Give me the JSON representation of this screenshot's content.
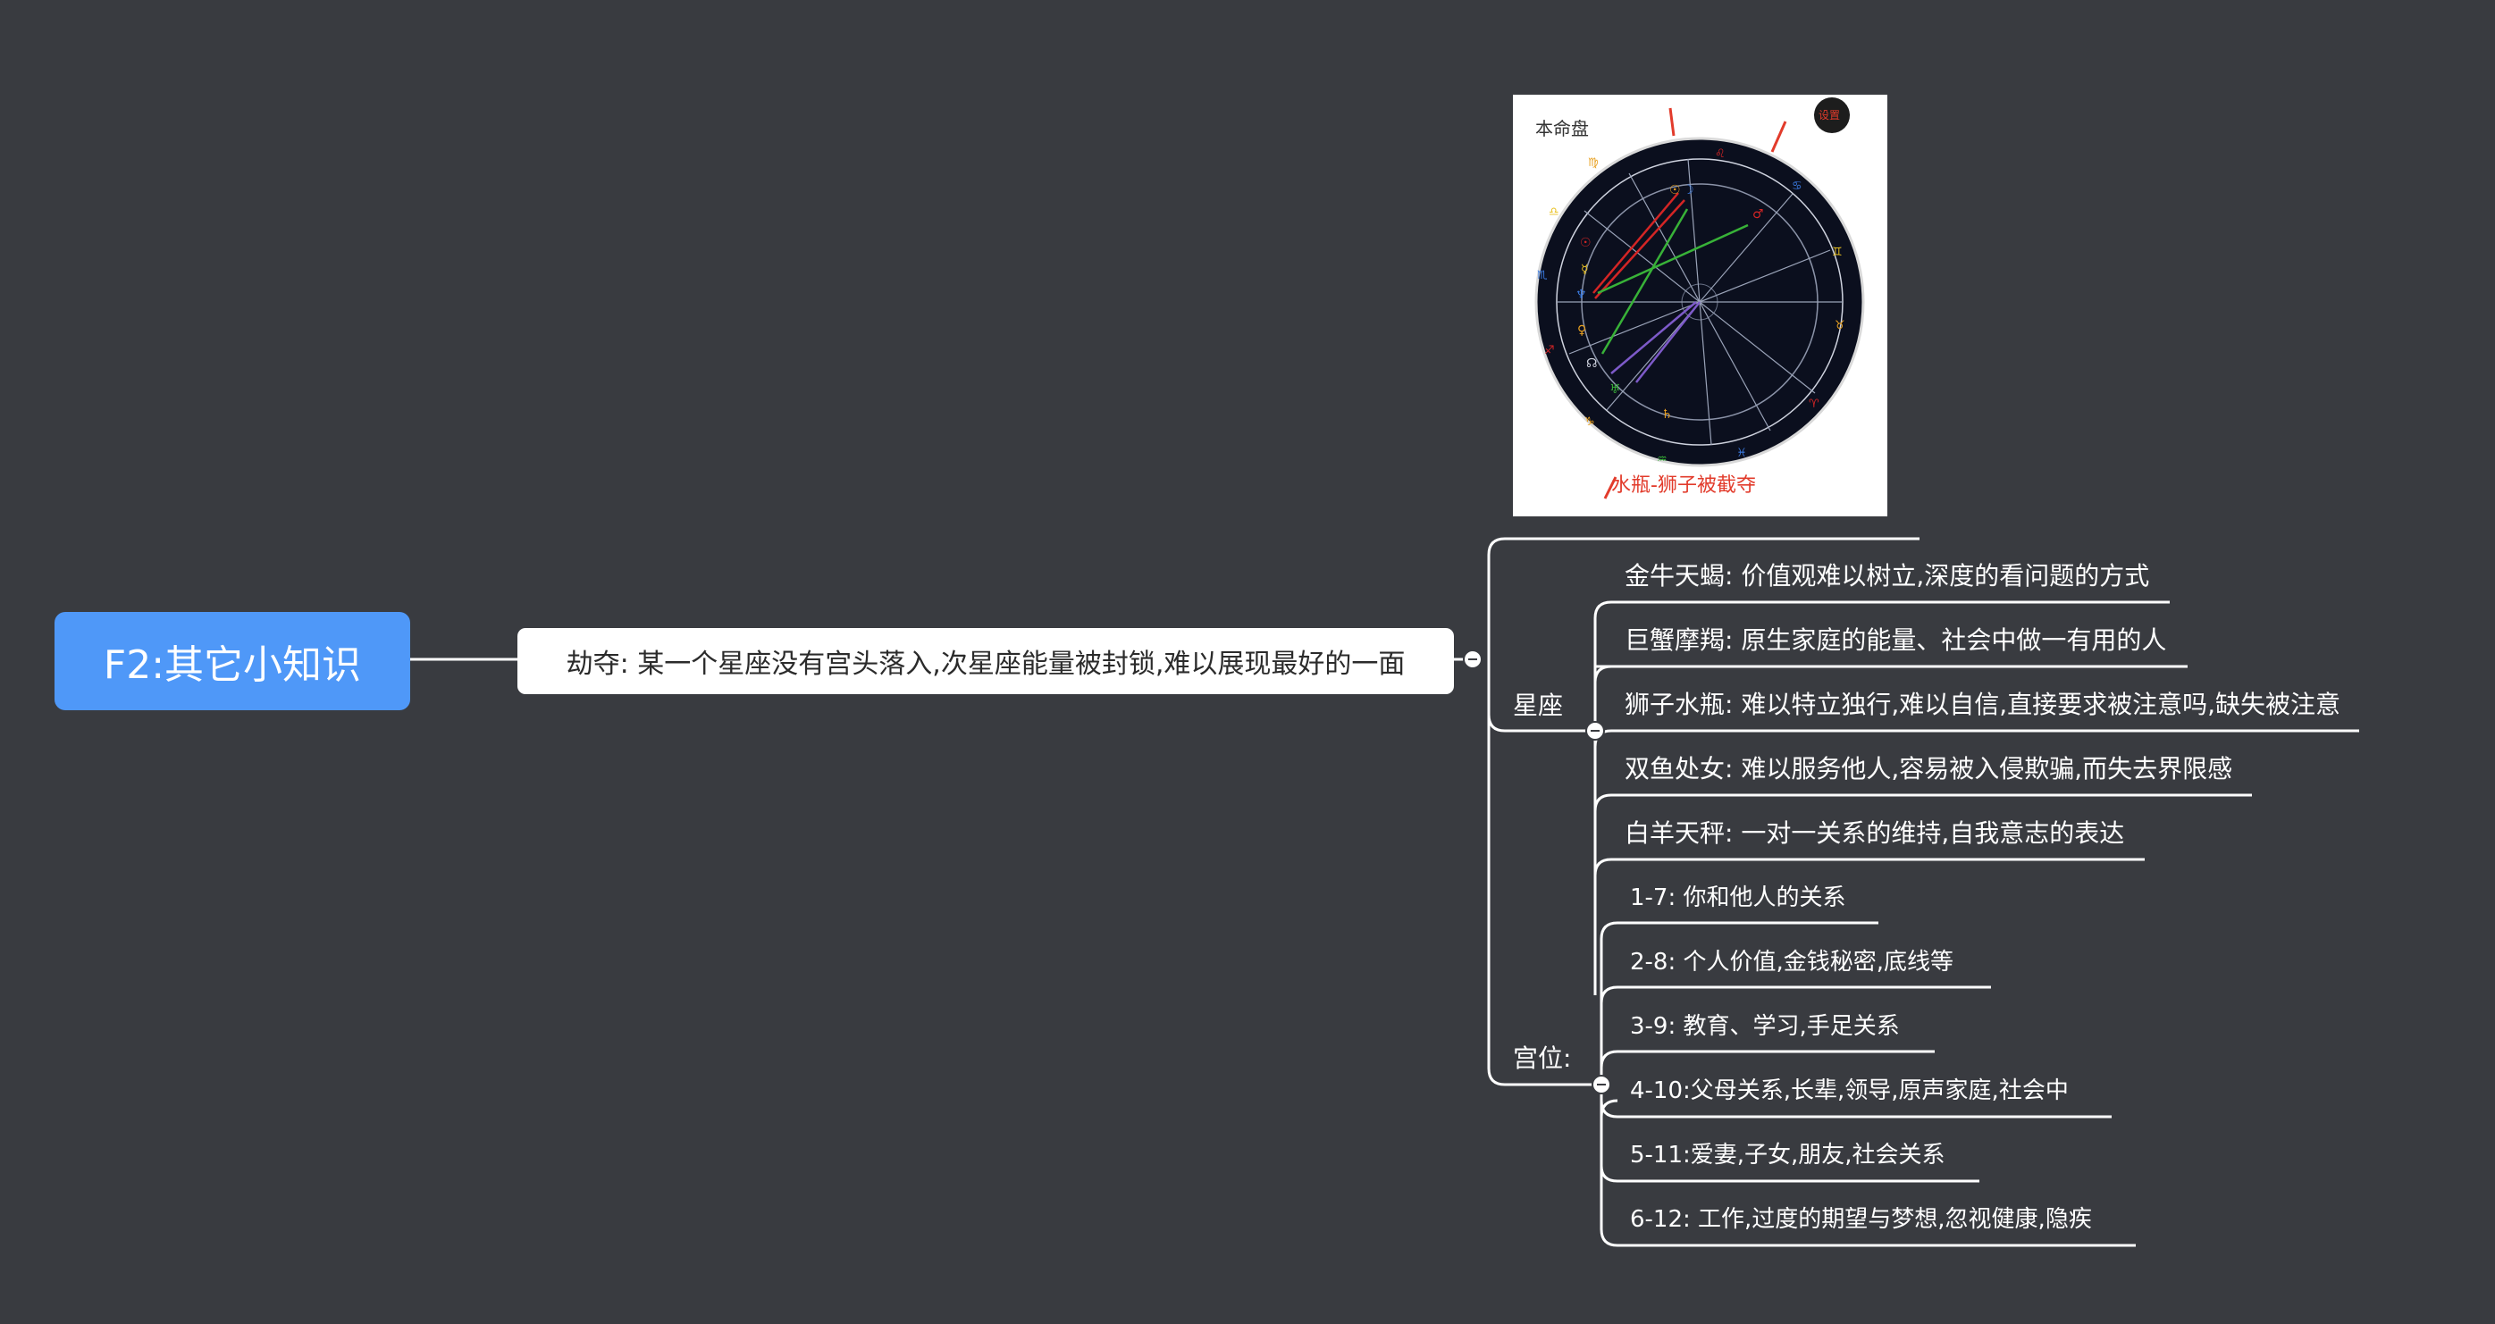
{
  "root": {
    "title": "F2:其它小知识"
  },
  "main_topic": {
    "text": "劫夺: 某一个星座没有宫头落入,次星座能量被封锁,难以展现最好的一面"
  },
  "image_card": {
    "heading": "本命盘",
    "badge": "设置",
    "caption": "水瓶-狮子被截夺"
  },
  "groups": [
    {
      "label": "星座",
      "items": [
        "金牛天蝎: 价值观难以树立,深度的看问题的方式",
        "巨蟹摩羯: 原生家庭的能量、社会中做一有用的人",
        "狮子水瓶: 难以特立独行,难以自信,直接要求被注意吗,缺失被注意",
        "双鱼处女: 难以服务他人,容易被入侵欺骗,而失去界限感",
        "白羊天秤: 一对一关系的维持,自我意志的表达"
      ]
    },
    {
      "label": "宫位:",
      "items": [
        "1-7: 你和他人的关系",
        "2-8: 个人价值,金钱秘密,底线等",
        "3-9: 教育、学习,手足关系",
        "4-10:父母关系,长辈,领导,原声家庭,社会中",
        "5-11:爱妻,子女,朋友,社会关系",
        "6-12: 工作,过度的期望与梦想,忽视健康,隐疾"
      ]
    }
  ],
  "colors": {
    "background": "#393b40",
    "root_fill": "#4f98f8",
    "line": "#ffffff",
    "chart_wheel": "#0b0f1e",
    "annotation_red": "#e23b2b"
  }
}
